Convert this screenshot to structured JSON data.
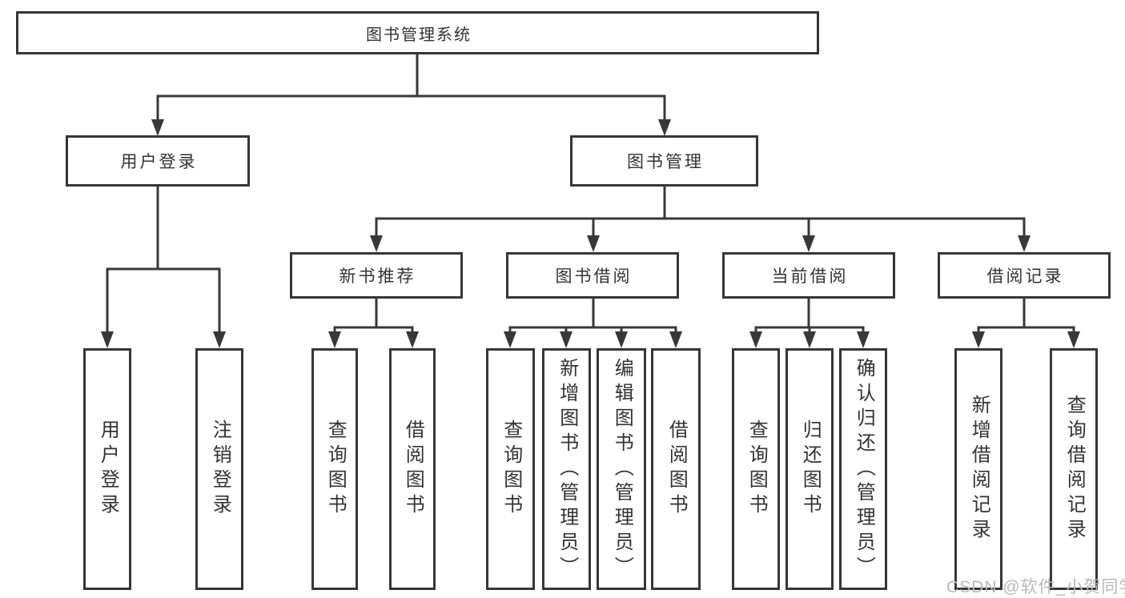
{
  "diagram": {
    "root": {
      "label": "图书管理系统"
    },
    "children": {
      "user_login": {
        "label": "用户登录",
        "children": [
          "用户登录",
          "注销登录"
        ]
      },
      "book_management": {
        "label": "图书管理",
        "children": {
          "new_book_recommend": {
            "label": "新书推荐",
            "children": [
              "查询图书",
              "借阅图书"
            ]
          },
          "book_borrow": {
            "label": "图书借阅",
            "children": [
              "查询图书",
              "新增图书（管理员）",
              "编辑图书（管理员）",
              "借阅图书"
            ]
          },
          "current_borrow": {
            "label": "当前借阅",
            "children": [
              "查询图书",
              "归还图书",
              "确认归还（管理员）"
            ]
          },
          "borrow_records": {
            "label": "借阅记录",
            "children": [
              "新增借阅记录",
              "查询借阅记录"
            ]
          }
        }
      }
    }
  },
  "watermark": {
    "text": "CSDN @软件_小贺同学"
  },
  "colors": {
    "line": "#383838",
    "box_border": "#363636",
    "text": "#333333",
    "watermark": "#b9b9b9",
    "background": "#ffffff"
  }
}
